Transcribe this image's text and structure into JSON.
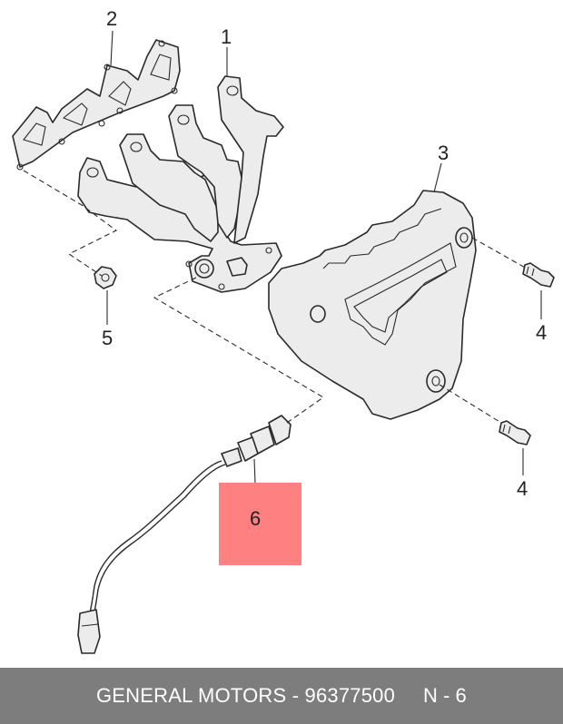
{
  "callouts": {
    "c1": "1",
    "c2": "2",
    "c3": "3",
    "c4a": "4",
    "c4b": "4",
    "c5": "5",
    "c6": "6"
  },
  "highlight": {
    "color": "#ff8080"
  },
  "footer": {
    "text": "GENERAL MOTORS - 96377500",
    "code": "N - 6"
  }
}
